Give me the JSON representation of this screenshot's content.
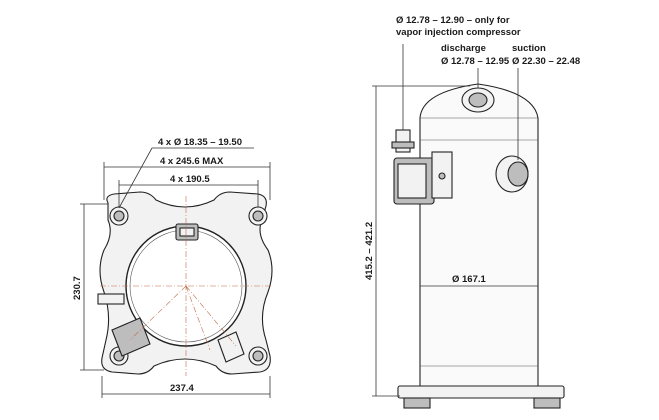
{
  "dimensions": {
    "mount_holes": "4 x Ø 18.35 – 19.50",
    "outer_width": "4 x 245.6 MAX",
    "bolt_spacing": "4 x 190.5",
    "height_left": "230.7",
    "base_width": "237.4",
    "total_height": "415.2 – 421.2",
    "shell_diameter": "Ø 167.1"
  },
  "ports": {
    "vapor_injection_line1": "Ø 12.78 – 12.90 – only for",
    "vapor_injection_line2": "vapor injection compressor",
    "discharge_label": "discharge",
    "discharge_dim": "Ø 12.78 – 12.95",
    "suction_label": "suction",
    "suction_dim": "Ø 22.30 – 22.48"
  }
}
